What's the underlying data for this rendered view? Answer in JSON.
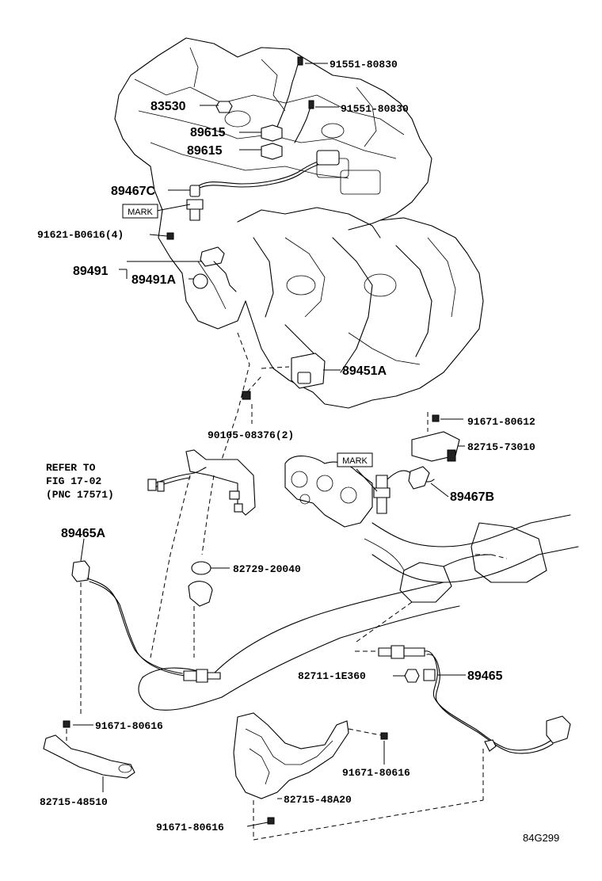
{
  "labels": {
    "p1": "91551-80830",
    "p2": "83530",
    "p3": "91551-80830",
    "p4": "89615",
    "p5": "89615",
    "p6": "89467C",
    "p7": "MARK",
    "p8": "91621-B0616(4)",
    "p9": "89491",
    "p10": "89491A",
    "p11": "89451A",
    "p12": "90105-08376(2)",
    "p13": "91671-80612",
    "p14": "82715-73010",
    "p15": "MARK",
    "p16": "89467B",
    "p17": "89465A",
    "p18": "82729-20040",
    "p19": "82711-1E360",
    "p20": "89465",
    "p21": "91671-80616",
    "p22": "91671-80616",
    "p23": "82715-48510",
    "p24": "82715-48A20",
    "p25": "91671-80616"
  },
  "refer": {
    "line1": "REFER TO",
    "line2": "FIG 17-02",
    "line3": "(PNC 17571)"
  },
  "diagram_code": "84G299"
}
